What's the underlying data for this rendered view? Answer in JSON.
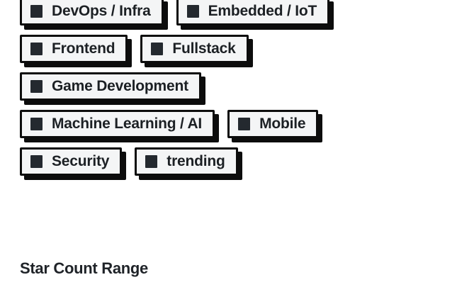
{
  "filter_panel": {
    "category_rows": [
      [
        {
          "label": "DevOps / Infra",
          "checkbox": "checkbox-filled"
        },
        {
          "label": "Embedded / IoT",
          "checkbox": "checkbox-filled"
        }
      ],
      [
        {
          "label": "Frontend",
          "checkbox": "checkbox-filled"
        },
        {
          "label": "Fullstack",
          "checkbox": "checkbox-filled"
        }
      ],
      [
        {
          "label": "Game Development",
          "checkbox": "checkbox-filled"
        }
      ],
      [
        {
          "label": "Machine Learning / AI",
          "checkbox": "checkbox-filled"
        },
        {
          "label": "Mobile",
          "checkbox": "checkbox-filled"
        }
      ],
      [
        {
          "label": "Security",
          "checkbox": "checkbox-filled"
        },
        {
          "label": "trending",
          "checkbox": "checkbox-filled"
        }
      ]
    ],
    "star_count_heading": "Star Count Range"
  },
  "colors": {
    "background": "#ffffff",
    "chip_fill": "#f4f5f6",
    "chip_border": "#0d0d0d",
    "chip_shadow": "#0d0d0d",
    "checkbox_fill": "#24292f",
    "text": "#1c2024",
    "heading_text": "#1f2328"
  }
}
